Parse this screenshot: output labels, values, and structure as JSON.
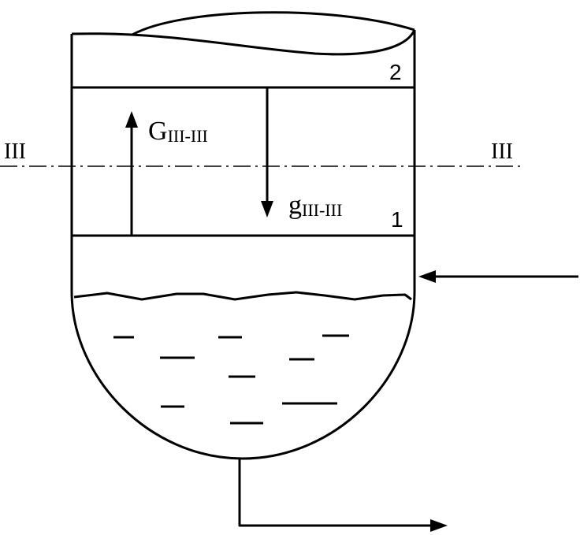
{
  "section_label_left": "III",
  "section_label_right": "III",
  "vapor_flow": {
    "symbol": "G",
    "subscript": "III-III"
  },
  "liquid_flow": {
    "symbol": "g",
    "subscript": "III-III"
  },
  "tray_upper_label": "2",
  "tray_lower_label": "1",
  "colors": {
    "line": "#000000",
    "background": "#ffffff"
  }
}
